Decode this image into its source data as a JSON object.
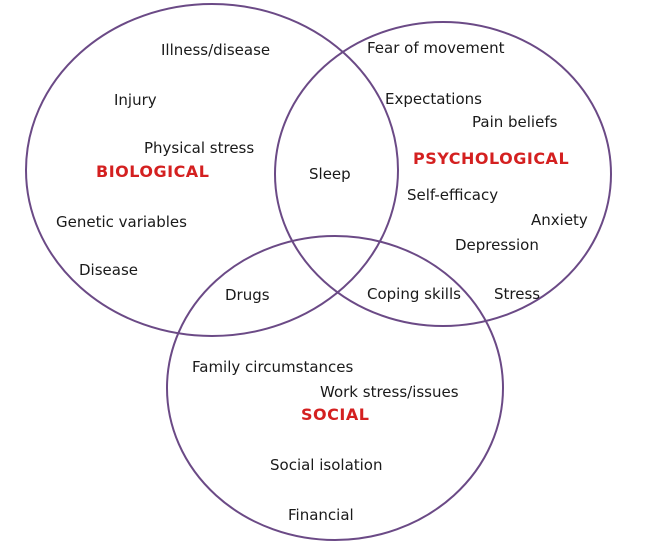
{
  "accent_colors": {
    "circle_stroke": "#6b4a86",
    "category_text": "#d42020",
    "item_text": "#1a1a1a"
  },
  "categories": {
    "biological": "BIOLOGICAL",
    "psychological": "PSYCHOLOGICAL",
    "social": "SOCIAL"
  },
  "biological_items": {
    "illness": "Illness/disease",
    "injury": "Injury",
    "physical_stress": "Physical stress",
    "genetic": "Genetic variables",
    "disease": "Disease"
  },
  "psychological_items": {
    "fear": "Fear of movement",
    "expectations": "Expectations",
    "pain_beliefs": "Pain beliefs",
    "self_efficacy": "Self-efficacy",
    "anxiety": "Anxiety",
    "depression": "Depression",
    "stress": "Stress"
  },
  "social_items": {
    "family": "Family circumstances",
    "work_stress": "Work stress/issues",
    "social_isolation": "Social isolation",
    "financial": "Financial"
  },
  "overlaps": {
    "sleep": "Sleep",
    "drugs": "Drugs",
    "coping": "Coping skills"
  }
}
